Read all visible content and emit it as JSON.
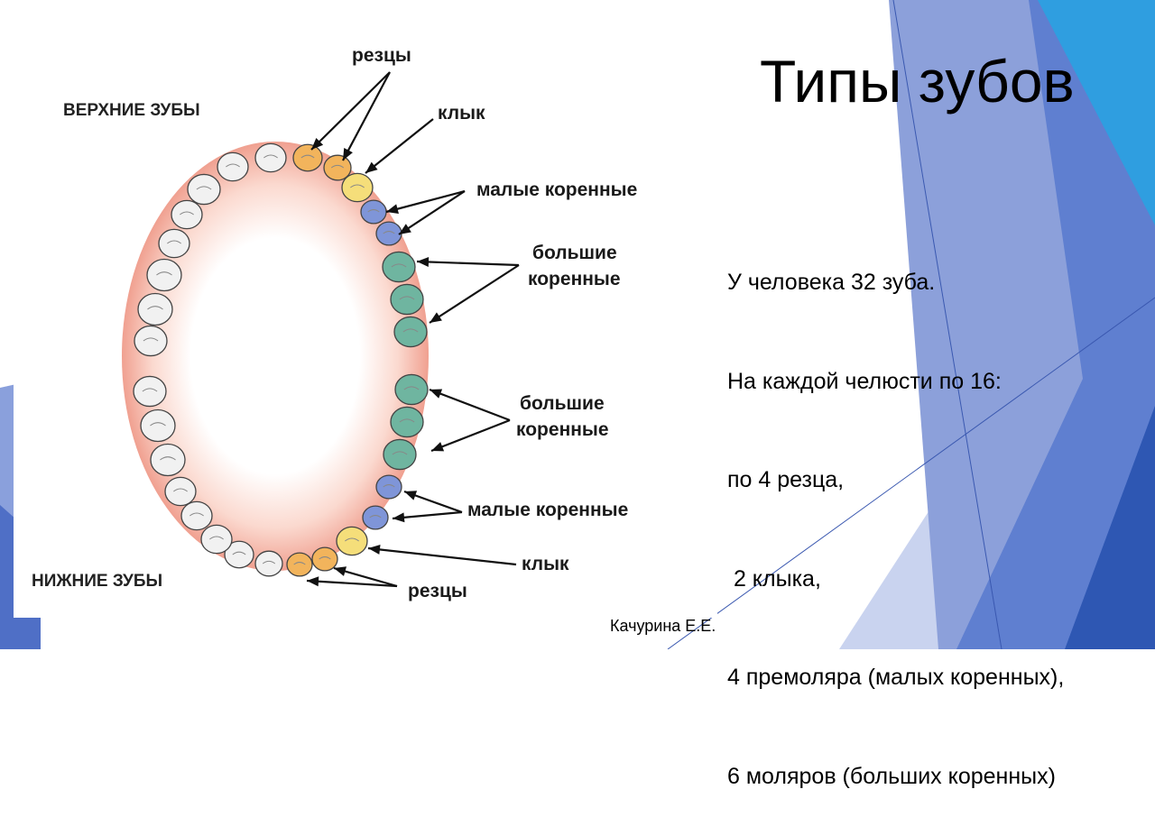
{
  "slide": {
    "title": "Типы зубов",
    "facts": [
      "У человека 32 зуба.",
      "На каждой челюсти по 16:",
      "по 4 резца,",
      " 2 клыка,",
      "4 премоляра (малых коренных),",
      "6 моляров (больших коренных)"
    ],
    "author": "Качурина Е.Е."
  },
  "diagram": {
    "upper_jaw": "ВЕРХНИЕ ЗУБЫ",
    "lower_jaw": "НИЖНИЕ ЗУБЫ",
    "labels": {
      "upper_incisors": "резцы",
      "upper_canine": "клык",
      "upper_premolars": "малые коренные",
      "upper_molars": [
        "большие",
        "коренные"
      ],
      "lower_molars": [
        "большие",
        "коренные"
      ],
      "lower_premolars": "малые коренные",
      "lower_canine": "клык",
      "lower_incisors": "резцы"
    }
  },
  "colors": {
    "incisor": "#f2b45c",
    "canine": "#f5de7a",
    "premolar": "#7f95d8",
    "molar": "#6fb5a0",
    "other_tooth": "#f1f1f1",
    "gum": "#f0a090",
    "accent_blue": "#3b62c4"
  }
}
